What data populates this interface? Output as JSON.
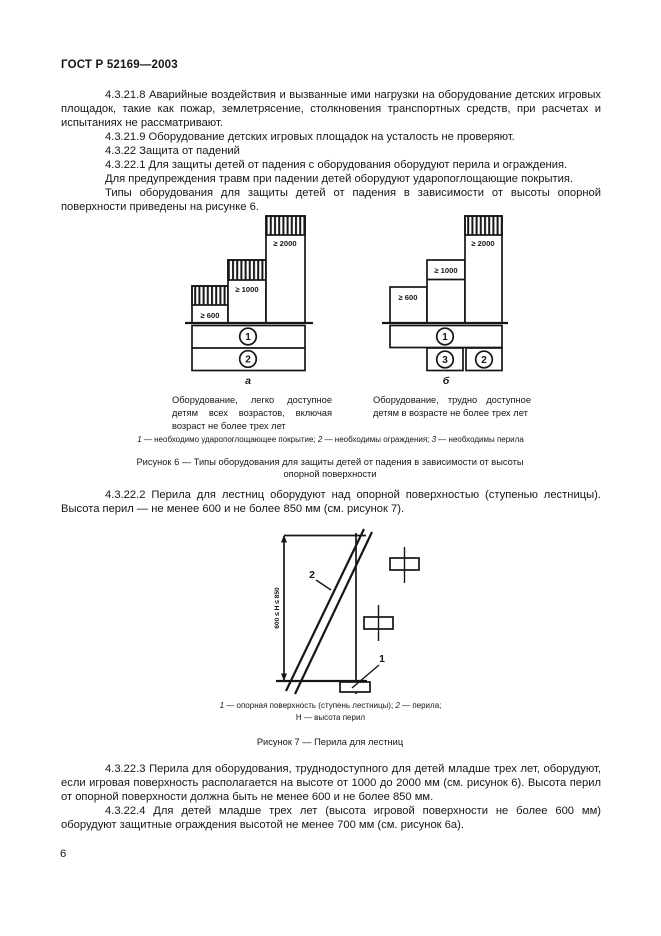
{
  "header": {
    "doc_number": "ГОСТ Р 52169—2003"
  },
  "page_number": "6",
  "paragraphs": {
    "p1": "4.3.21.8  Аварийные воздействия и вызванные ими нагрузки на оборудование детских игровых площадок, такие как пожар, землетрясение, столкновения транспортных средств, при расчетах и испытаниях не рассматривают.",
    "p2": "4.3.21.9  Оборудование детских игровых площадок на усталость не проверяют.",
    "p3": "4.3.22  Защита от падений",
    "p4": "4.3.22.1  Для защиты детей от падения с оборудования оборудуют перила и ограждения.",
    "p5": "Для предупреждения травм при падении детей оборудуют ударопоглощающие покрытия.",
    "p6": "Типы оборудования для защиты детей от падения в зависимости от высоты опорной поверхности приведены на рисунке 6.",
    "p7": "4.3.22.2  Перила для лестниц оборудуют над опорной поверхностью (ступенью лестницы). Высота перил — не менее 600 и не более 850 мм (см. рисунок 7).",
    "p8": "4.3.22.3  Перила для оборудования, труднодоступного для детей младше трех лет, оборудуют, если игровая поверхность располагается на высоте от 1000 до 2000 мм (см. рисунок 6). Высота перил от опорной поверхности должна быть не менее 600 и не более 850 мм.",
    "p9": "4.3.22.4  Для детей младше трех лет (высота игровой поверхности не более 600 мм) оборудуют защитные ограждения высотой не менее 700 мм (см. рисунок 6а)."
  },
  "figure6": {
    "a": {
      "bars": [
        "≥ 600",
        "≥ 1000",
        "≥ 2000"
      ],
      "zones": [
        "1",
        "2"
      ],
      "label": "а",
      "caption": "Оборудование, легко доступное детям всех возрастов, включая возраст не более трех лет"
    },
    "b": {
      "bars": [
        "≥ 600",
        "≥ 1000",
        "≥ 2000"
      ],
      "zones": [
        "1",
        "3",
        "2"
      ],
      "label": "б",
      "caption": "Оборудование, трудно доступное детям в возрасте не более трех лет"
    },
    "legend": [
      {
        "num": "1",
        "text": " — необходимо ударопоглощающее покрытие; "
      },
      {
        "num": "2",
        "text": " — необходимы ограждения; "
      },
      {
        "num": "3",
        "text": " — необходимы перила"
      }
    ],
    "caption": "Рисунок 6 — Типы оборудования для защиты детей от падения в зависимости от высоты опорной поверхности"
  },
  "figure7": {
    "dim_label": "600 ≤ Н ≤ 850",
    "callouts": {
      "surface": "1",
      "rail": "2"
    },
    "legend_line1": [
      {
        "num": "1",
        "text": " — опорная поверхность (ступень лестницы); "
      },
      {
        "num": "2",
        "text": " — перила;"
      }
    ],
    "legend_line2": "Н — высота перил",
    "caption": "Рисунок 7 — Перила для лестниц"
  }
}
